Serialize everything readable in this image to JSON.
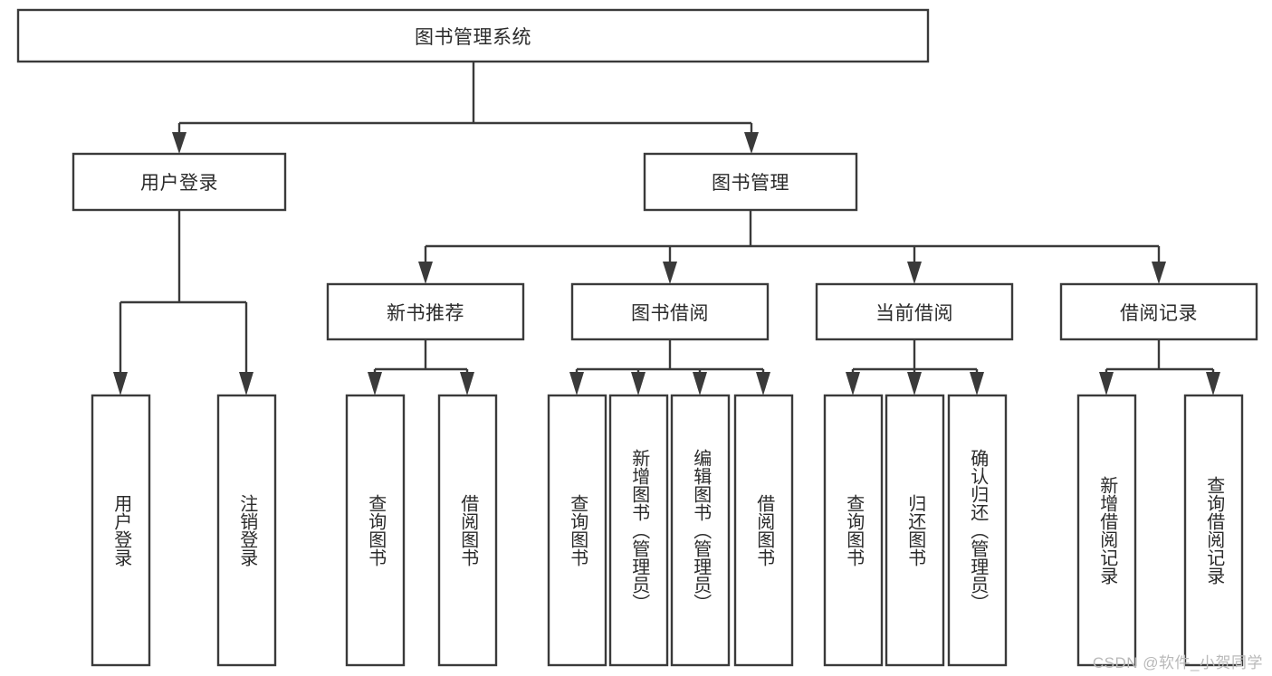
{
  "diagram": {
    "type": "tree-hierarchy",
    "title": "图书管理系统",
    "root": {
      "label": "图书管理系统",
      "level": 1
    },
    "level2": [
      {
        "label": "用户登录"
      },
      {
        "label": "图书管理"
      }
    ],
    "level3": [
      {
        "label": "新书推荐"
      },
      {
        "label": "图书借阅"
      },
      {
        "label": "当前借阅"
      },
      {
        "label": "借阅记录"
      }
    ],
    "leaves": {
      "user_login": [
        {
          "label": "用户登录"
        },
        {
          "label": "注销登录"
        }
      ],
      "new_book_recommend": [
        {
          "label": "查询图书"
        },
        {
          "label": "借阅图书"
        }
      ],
      "book_borrow": [
        {
          "label": "查询图书"
        },
        {
          "label": "新增图书（管理员）"
        },
        {
          "label": "编辑图书（管理员）"
        },
        {
          "label": "借阅图书"
        }
      ],
      "current_borrow": [
        {
          "label": "查询图书"
        },
        {
          "label": "归还图书"
        },
        {
          "label": "确认归还（管理员）"
        }
      ],
      "borrow_record": [
        {
          "label": "新增借阅记录"
        },
        {
          "label": "查询借阅记录"
        }
      ]
    }
  },
  "watermark": {
    "text": "CSDN @软件_小贺同学"
  },
  "colors": {
    "stroke": "#3a3a3a",
    "text": "#2b2b2b",
    "background": "#ffffff",
    "watermark": "#b9b9b9"
  }
}
